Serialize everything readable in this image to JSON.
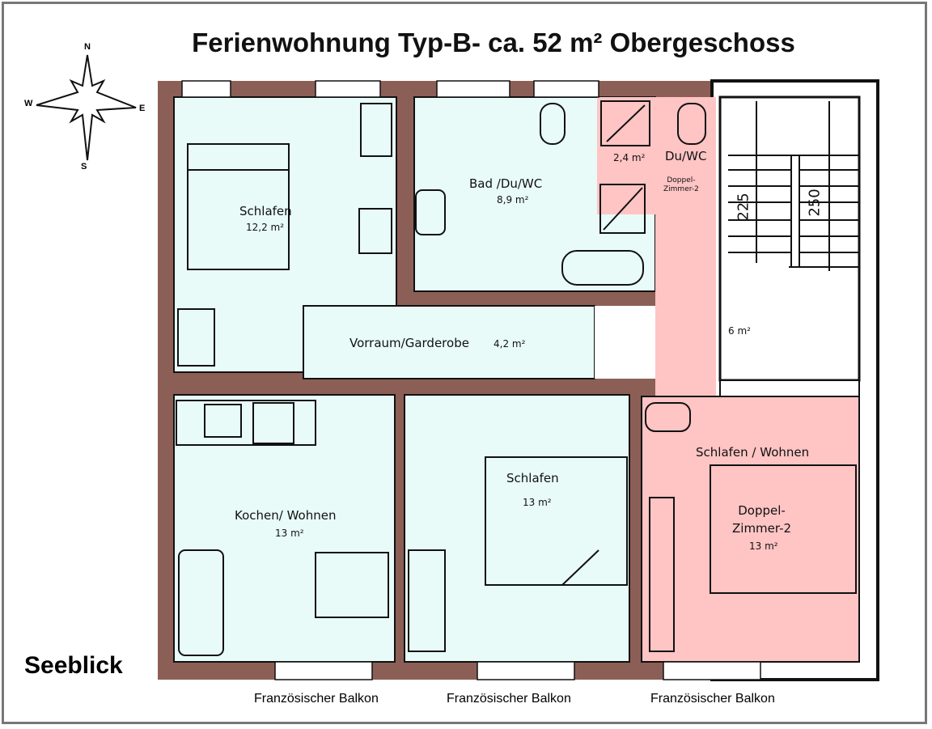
{
  "title": "Ferienwohnung Typ-B- ca. 52 m² Obergeschoss",
  "compass": {
    "n": "N",
    "s": "S",
    "e": "E",
    "w": "W"
  },
  "view_label": "Seeblick",
  "colors": {
    "wall": "#8c5f56",
    "room": "#e8fbf8",
    "highlight": "#ffc4c4"
  },
  "rooms": {
    "schlafen_1": {
      "name": "Schlafen",
      "area": "12,2 m²"
    },
    "bad": {
      "name": "Bad /Du/WC",
      "area": "8,9 m²"
    },
    "duwc": {
      "name": "Du/WC",
      "area": "2,4 m²",
      "note": "Doppel-\nZimmer-2"
    },
    "vorraum": {
      "name": "Vorraum/Garderobe",
      "area": "4,2 m²"
    },
    "treppe": {
      "area": "6 m²",
      "dim1": "225",
      "dim2": "250"
    },
    "kochen": {
      "name": "Kochen/ Wohnen",
      "area": "13 m²"
    },
    "schlafen_2": {
      "name": "Schlafen",
      "area": "13 m²"
    },
    "schlafen_wohnen": {
      "name": "Schlafen / Wohnen",
      "sub": "Doppel-\nZimmer-2",
      "area": "13 m²"
    }
  },
  "balconies": [
    "Französischer Balkon",
    "Französischer Balkon",
    "Französischer Balkon"
  ]
}
